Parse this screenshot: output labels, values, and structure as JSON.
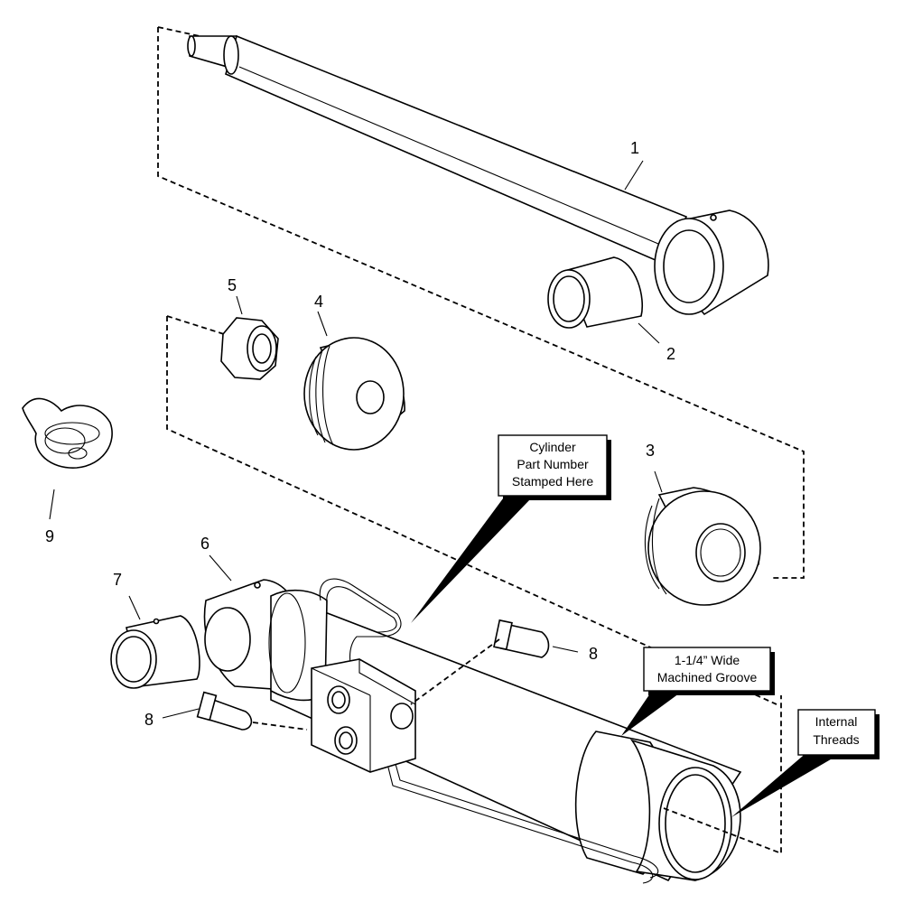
{
  "part_numbers": {
    "rod": "1",
    "rod_bushing": "2",
    "gland": "3",
    "piston": "4",
    "nut": "5",
    "barrel": "6",
    "base_bushing": "7",
    "fitting_upper": "8",
    "fitting_lower": "8",
    "seal_kit": "9"
  },
  "callouts": {
    "part_number": [
      "Cylinder",
      "Part Number",
      "Stamped Here"
    ],
    "groove": [
      "1-1/4” Wide",
      "Machined Groove"
    ],
    "threads": [
      "Internal",
      "Threads"
    ]
  }
}
